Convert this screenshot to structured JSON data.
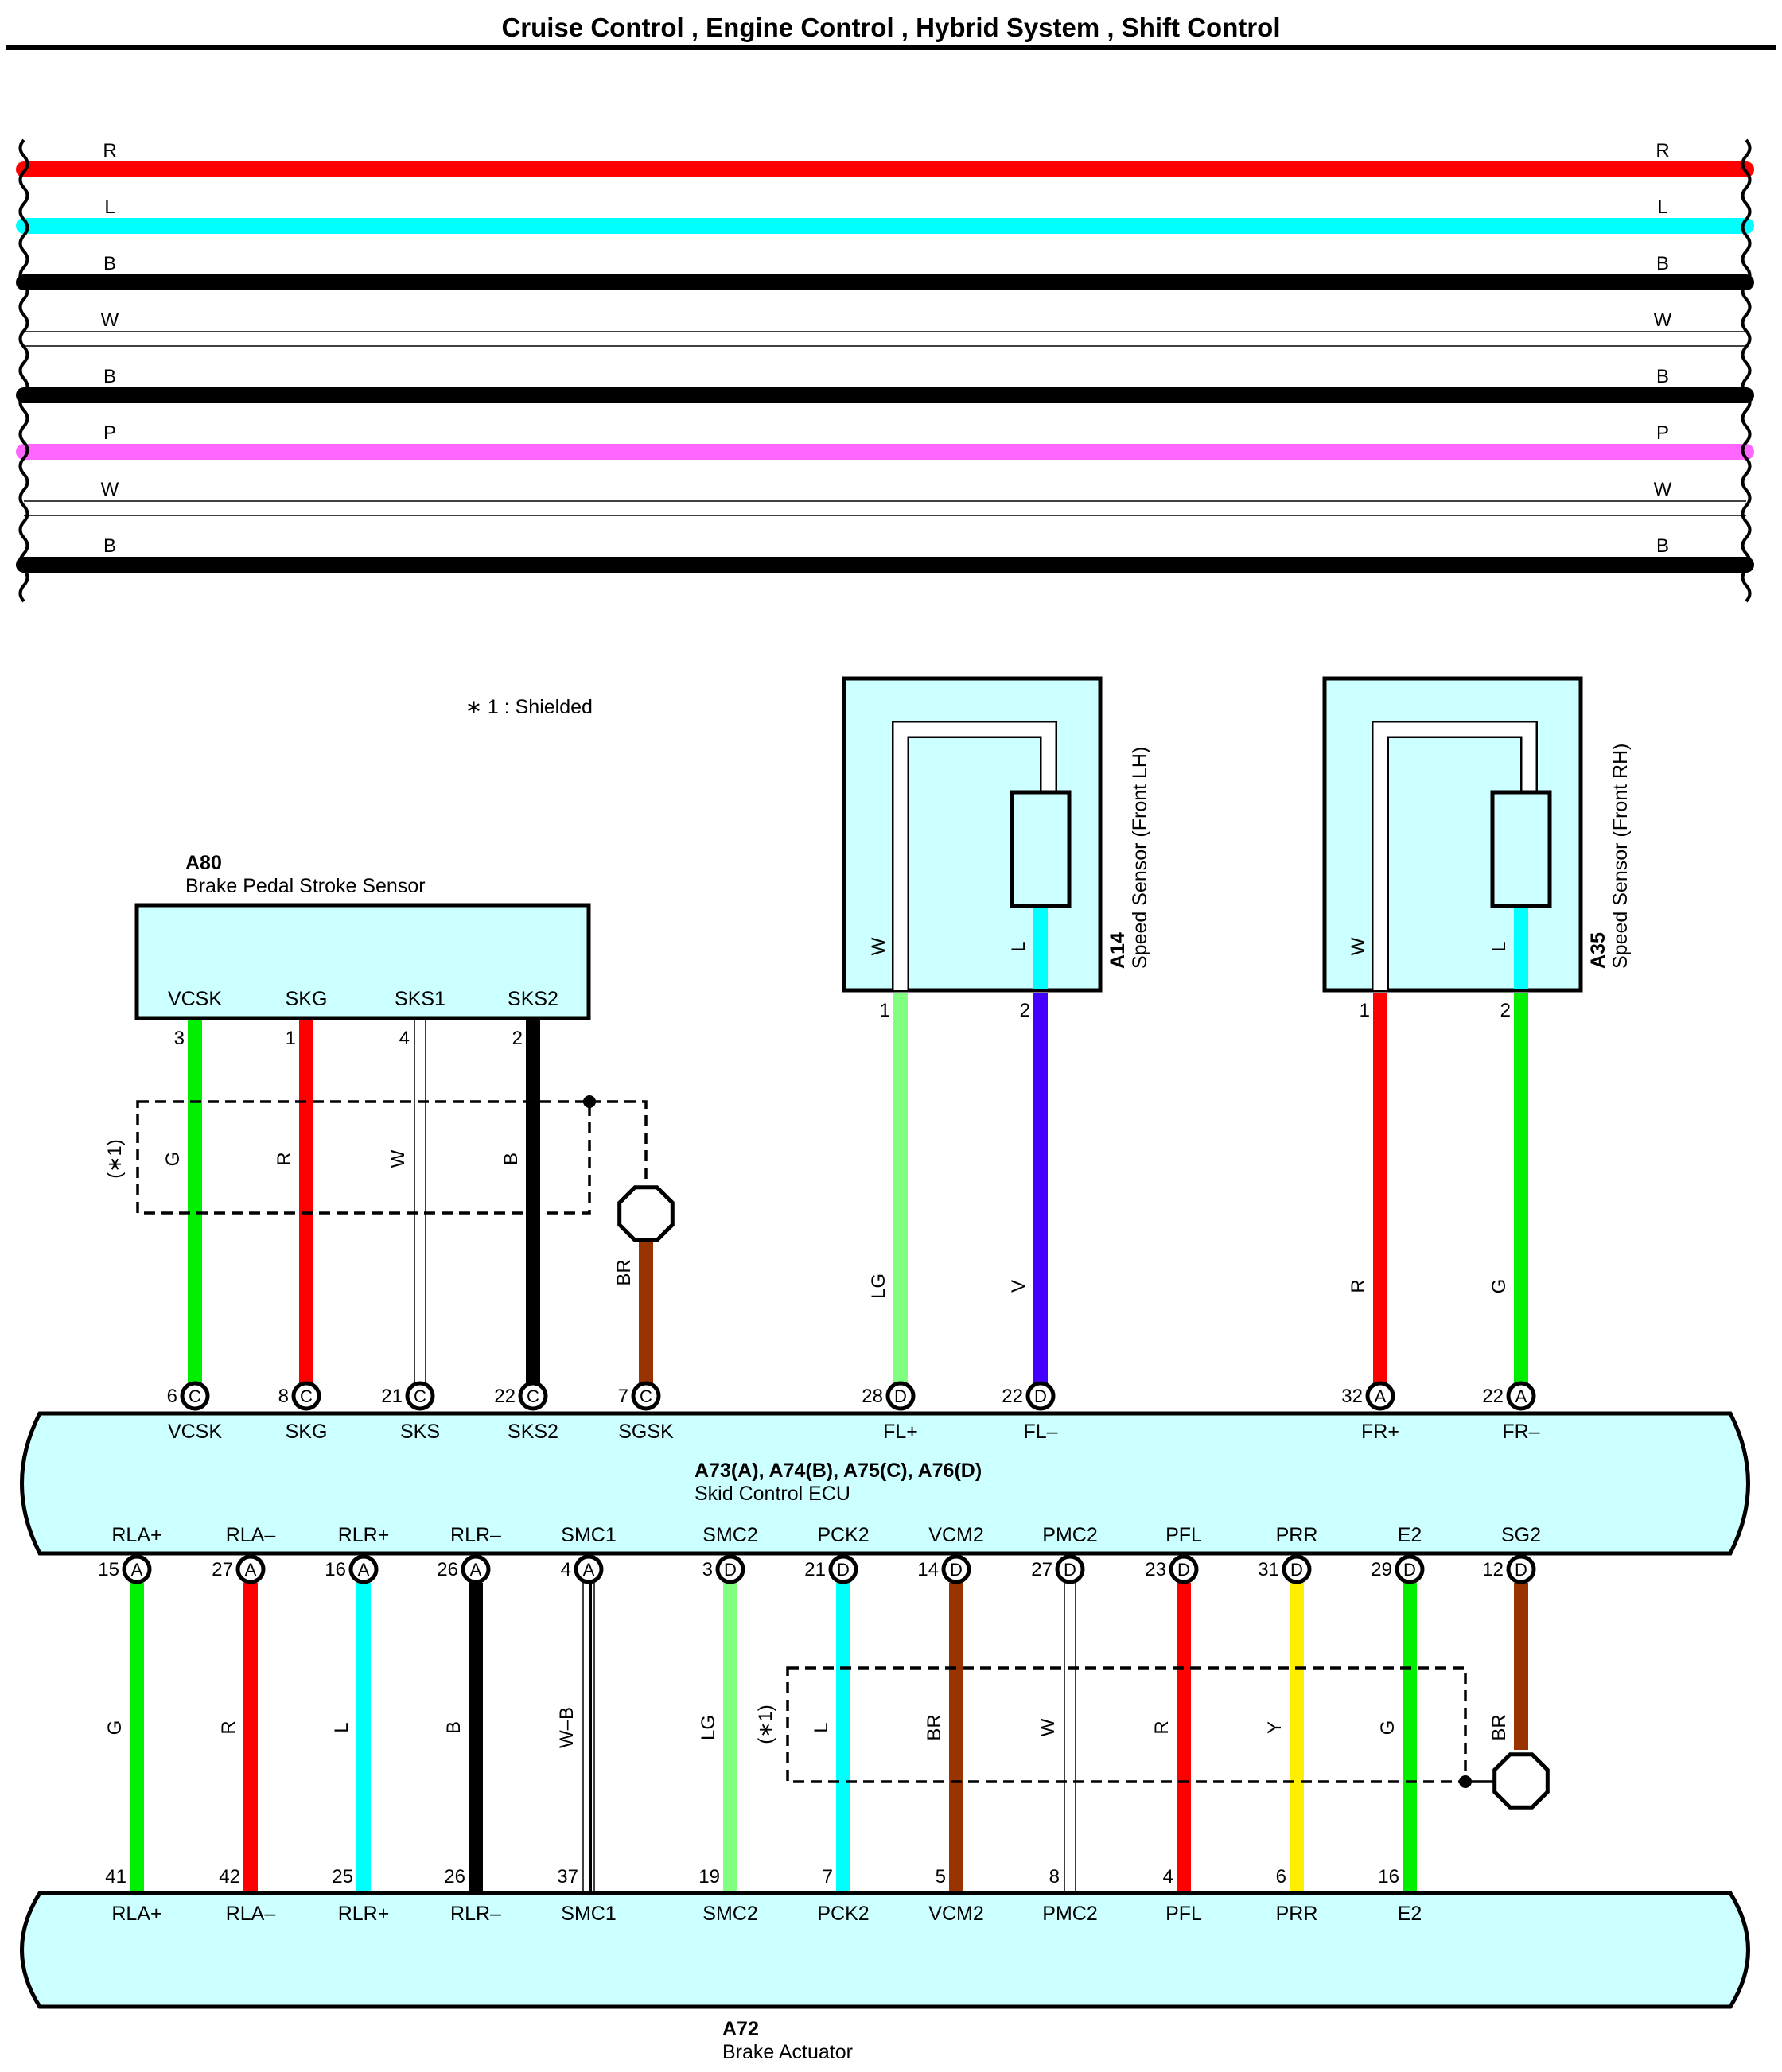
{
  "title": "Cruise Control , Engine Control , Hybrid System , Shift Control",
  "shield_note": "∗ 1 : Shielded",
  "top_wires": [
    {
      "label": "R",
      "color": "#ff0000"
    },
    {
      "label": "L",
      "color": "#00ffff"
    },
    {
      "label": "B",
      "color": "#000000"
    },
    {
      "label": "W",
      "color": "#ffffff"
    },
    {
      "label": "B",
      "color": "#000000"
    },
    {
      "label": "P",
      "color": "#ff66ff"
    },
    {
      "label": "W",
      "color": "#ffffff"
    },
    {
      "label": "B",
      "color": "#000000"
    }
  ],
  "brake_pedal_sensor": {
    "code": "A80",
    "name": "Brake Pedal Stroke Sensor",
    "shield_label": "(∗1)",
    "pins": [
      {
        "name": "VCSK",
        "pin": "3",
        "wire": "G",
        "color": "#00ee00"
      },
      {
        "name": "SKG",
        "pin": "1",
        "wire": "R",
        "color": "#ff0000"
      },
      {
        "name": "SKS1",
        "pin": "4",
        "wire": "W",
        "color": "#ffffff"
      },
      {
        "name": "SKS2",
        "pin": "2",
        "wire": "B",
        "color": "#000000"
      }
    ],
    "ground_wire": "BR",
    "ground_color": "#993300"
  },
  "speed_sensor_lh": {
    "code": "A14",
    "name": "Speed Sensor (Front LH)",
    "pins": [
      {
        "pin": "1",
        "inner": "W",
        "wire": "LG",
        "color": "#80ff80"
      },
      {
        "pin": "2",
        "inner": "L",
        "wire": "V",
        "color": "#4400ff"
      }
    ]
  },
  "speed_sensor_rh": {
    "code": "A35",
    "name": "Speed Sensor (Front RH)",
    "pins": [
      {
        "pin": "1",
        "inner": "W",
        "wire": "R",
        "color": "#ff0000"
      },
      {
        "pin": "2",
        "inner": "L",
        "wire": "G",
        "color": "#00ee00"
      }
    ]
  },
  "ecu": {
    "codes": "A73(A), A74(B), A75(C), A76(D)",
    "name": "Skid Control ECU",
    "top_pins": [
      {
        "num": "6",
        "conn": "C",
        "name": "VCSK"
      },
      {
        "num": "8",
        "conn": "C",
        "name": "SKG"
      },
      {
        "num": "21",
        "conn": "C",
        "name": "SKS"
      },
      {
        "num": "22",
        "conn": "C",
        "name": "SKS2"
      },
      {
        "num": "7",
        "conn": "C",
        "name": "SGSK"
      },
      {
        "num": "28",
        "conn": "D",
        "name": "FL+"
      },
      {
        "num": "22",
        "conn": "D",
        "name": "FL–"
      },
      {
        "num": "32",
        "conn": "A",
        "name": "FR+"
      },
      {
        "num": "22",
        "conn": "A",
        "name": "FR–"
      }
    ],
    "bottom_pins": [
      {
        "num": "15",
        "conn": "A",
        "name": "RLA+"
      },
      {
        "num": "27",
        "conn": "A",
        "name": "RLA–"
      },
      {
        "num": "16",
        "conn": "A",
        "name": "RLR+"
      },
      {
        "num": "26",
        "conn": "A",
        "name": "RLR–"
      },
      {
        "num": "4",
        "conn": "A",
        "name": "SMC1"
      },
      {
        "num": "3",
        "conn": "D",
        "name": "SMC2"
      },
      {
        "num": "21",
        "conn": "D",
        "name": "PCK2"
      },
      {
        "num": "14",
        "conn": "D",
        "name": "VCM2"
      },
      {
        "num": "27",
        "conn": "D",
        "name": "PMC2"
      },
      {
        "num": "23",
        "conn": "D",
        "name": "PFL"
      },
      {
        "num": "31",
        "conn": "D",
        "name": "PRR"
      },
      {
        "num": "29",
        "conn": "D",
        "name": "E2"
      },
      {
        "num": "12",
        "conn": "D",
        "name": "SG2"
      }
    ]
  },
  "lower_wires": [
    {
      "wire": "G",
      "color": "#00ee00",
      "act_pin": "41"
    },
    {
      "wire": "R",
      "color": "#ff0000",
      "act_pin": "42"
    },
    {
      "wire": "L",
      "color": "#00ffff",
      "act_pin": "25"
    },
    {
      "wire": "B",
      "color": "#000000",
      "act_pin": "26"
    },
    {
      "wire": "W–B",
      "color": "#ffffff",
      "act_pin": "37"
    },
    {
      "wire": "LG",
      "color": "#80ff80",
      "act_pin": "19"
    },
    {
      "wire": "L",
      "color": "#00ffff",
      "act_pin": "7"
    },
    {
      "wire": "BR",
      "color": "#993300",
      "act_pin": "5"
    },
    {
      "wire": "W",
      "color": "#ffffff",
      "act_pin": "8"
    },
    {
      "wire": "R",
      "color": "#ff0000",
      "act_pin": "4"
    },
    {
      "wire": "Y",
      "color": "#ffee00",
      "act_pin": "6"
    },
    {
      "wire": "G",
      "color": "#00ee00",
      "act_pin": "16"
    },
    {
      "wire": "BR",
      "color": "#993300",
      "act_pin": ""
    }
  ],
  "lower_shield_label": "(∗1)",
  "actuator": {
    "code": "A72",
    "name": "Brake Actuator",
    "pins": [
      "RLA+",
      "RLA–",
      "RLR+",
      "RLR–",
      "SMC1",
      "SMC2",
      "PCK2",
      "VCM2",
      "PMC2",
      "PFL",
      "PRR",
      "E2"
    ]
  }
}
